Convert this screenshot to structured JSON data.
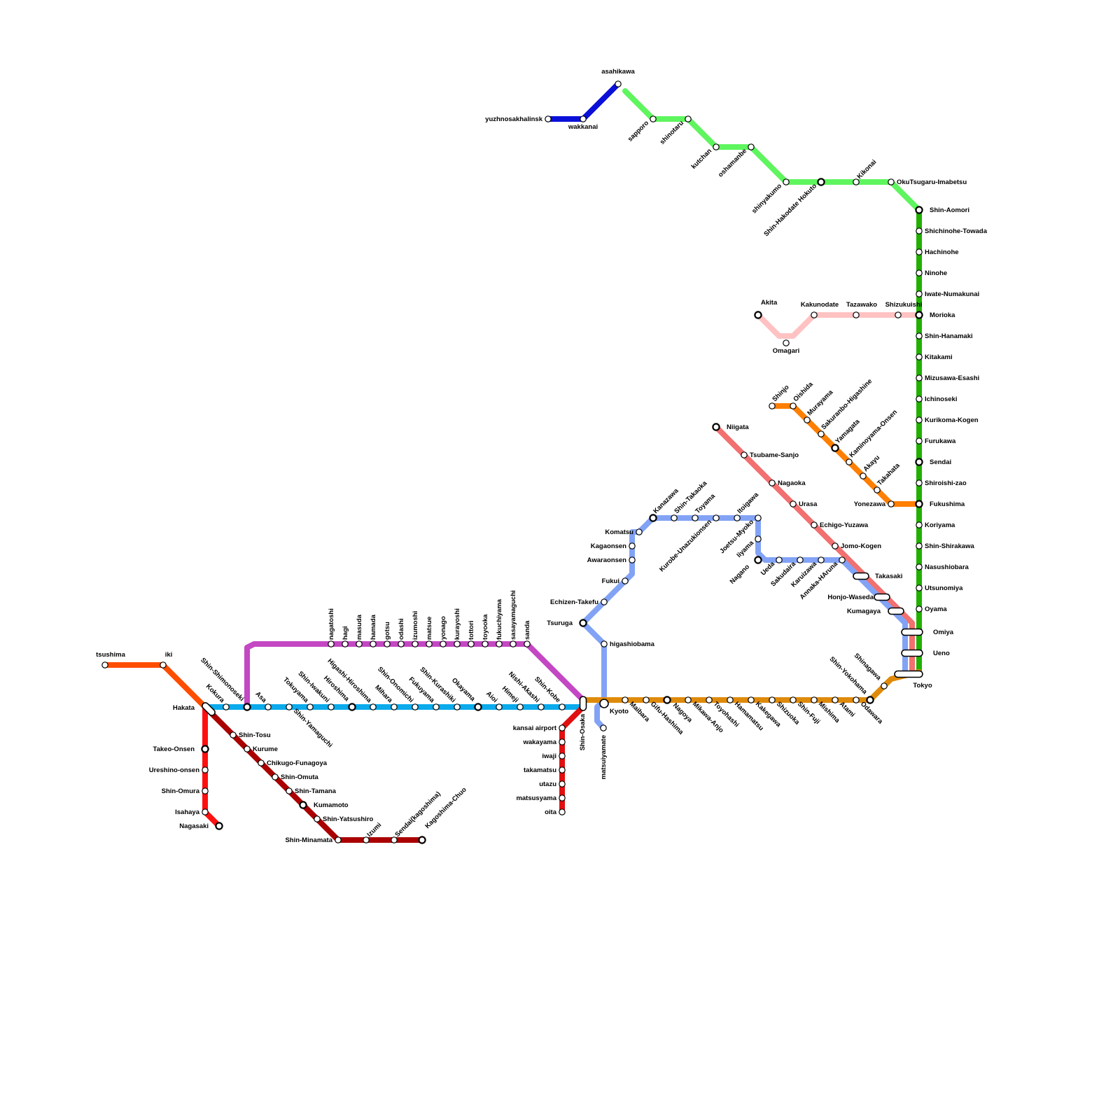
{
  "lines": [
    {
      "id": "wakkanai",
      "color": "#0a10d8"
    },
    {
      "id": "hokkaido",
      "color": "#5ef55e"
    },
    {
      "id": "tohoku",
      "color": "#22b000"
    },
    {
      "id": "akita",
      "color": "#ffc2c2"
    },
    {
      "id": "yamagata",
      "color": "#ff7f00"
    },
    {
      "id": "joetsu",
      "color": "#f27070"
    },
    {
      "id": "hokuriku",
      "color": "#82a3f5"
    },
    {
      "id": "tokaido",
      "color": "#df8a0a"
    },
    {
      "id": "sanyo",
      "color": "#0aaaec"
    },
    {
      "id": "sanin",
      "color": "#c447c4"
    },
    {
      "id": "kyushu",
      "color": "#aa0000"
    },
    {
      "id": "nishikyushu",
      "color": "#ff1010"
    },
    {
      "id": "shikoku",
      "color": "#e01010"
    },
    {
      "id": "tsushima",
      "color": "#ff4d00"
    }
  ],
  "stations": {
    "yuzhnosakhalinsk": "yuzhnosakhalinsk",
    "wakkanai": "wakkanai",
    "asahikawa": "asahikawa",
    "sapporo": "sapporo",
    "shinotaru": "shinotaru",
    "kutchan": "kutchan",
    "oshamanbe": "oshamanbe",
    "shinyakumo": "shinyakumo",
    "shinhakodate": "Shin-Hakodate Hokuto",
    "kikonai": "Kikonai",
    "okutsugaru": "OkuTsugaru-Imabetsu",
    "shinaomori": "Shin-Aomori",
    "shichinohe": "Shichinohe-Towada",
    "hachinohe": "Hachinohe",
    "ninohe": "Ninohe",
    "iwate": "Iwate-Numakunai",
    "morioka": "Morioka",
    "shinhanamaki": "Shin-Hanamaki",
    "kitakami": "Kitakami",
    "mizusawa": "Mizusawa-Esashi",
    "ichinoseki": "Ichinoseki",
    "kurikoma": "Kurikoma-Kogen",
    "furukawa": "Furukawa",
    "sendai": "Sendai",
    "shiroishi": "Shiroishi-zao",
    "fukushima": "Fukushima",
    "koriyama": "Koriyama",
    "shinshirakawa": "Shin-Shirakawa",
    "nasushiobara": "Nasushiobara",
    "utsunomiya": "Utsunomiya",
    "oyama": "Oyama",
    "omiya": "Omiya",
    "ueno": "Ueno",
    "tokyo": "Tokyo",
    "akita": "Akita",
    "omagari": "Omagari",
    "kakunodate": "Kakunodate",
    "tazawako": "Tazawako",
    "shizukuishi": "Shizukuishi",
    "shinjo": "Shinjo",
    "oishida": "Oishida",
    "murayama": "Murayama",
    "sakuranbo": "Sakuranbo-Higashine",
    "yamagata": "Yamagata",
    "kaminoyama": "Kaminoyama-Onsen",
    "akayu": "Akayu",
    "takahata": "Takahata",
    "yonezawa": "Yonezawa",
    "niigata": "Niigata",
    "tsubame": "Tsubame-Sanjo",
    "nagaoka": "Nagaoka",
    "urasa": "Urasa",
    "echigo": "Echigo-Yuzawa",
    "jomo": "Jomo-Kogen",
    "takasaki": "Takasaki",
    "honjo": "Honjo-Waseda",
    "kumagaya": "Kumagaya",
    "kanazawa": "Kanazawa",
    "shintakaoka": "Shin-Takaoka",
    "toyama": "Toyama",
    "kurobe": "Kurobe-Unazukionsen",
    "itoigawa": "Itoigawa",
    "joetsumyoko": "Joetsu-Myoko",
    "iiyama": "Iiyama",
    "nagano": "Nagano",
    "ueda": "Ueda",
    "sakudaira": "Sakudaira",
    "karuizawa": "Karuizawa",
    "annaka": "Annaka-HAruna",
    "komatsu": "Komatsu",
    "kagaonsen": "Kagaonsen",
    "awaraonsen": "Awaraonsen",
    "fukui": "Fukui",
    "echizen": "Echizen-Takefu",
    "tsuruga": "Tsuruga",
    "higashiobama": "higashiobama",
    "kyoto": "Kyoto",
    "matsuiyamate": "matsuiyamate",
    "shinosaka": "Shin-Osaka",
    "maibara": "Maibara",
    "gifu": "Gifu-Hashima",
    "nagoya": "Nagoya",
    "mikawa": "Mikawa-Anjo",
    "toyohashi": "Toyohashi",
    "hamamatsu": "Hamamatsu",
    "kakegawa": "Kakegawa",
    "shizuoka": "Shizuoka",
    "shinfuji": "Shin-Fuji",
    "mishima": "Mishima",
    "atami": "Atami",
    "odawara": "Odawara",
    "shinyokohama": "Shin-Yokohama",
    "shinagawa": "Shinagawa",
    "shinkobe": "Shin-Kobe",
    "nishiakashi": "Nishi-Akashi",
    "himeji": "Himeji",
    "aioi": "Aioi",
    "okayama": "Okayama",
    "shinkurashiki": "Shin-Kurashiki",
    "fukuyama": "Fukuyama",
    "shinonomichi": "Shin-Onomichi",
    "mihara": "Mihara",
    "higashihiroshima": "Higashi-Hiroshima",
    "hiroshima": "Hiroshima",
    "shiniwakuni": "Shin-Iwakuni",
    "tokuyama": "Tokuyama",
    "shinyamaguchi": "Shin-Yamaguchi",
    "asa": "Asa",
    "shinshimonoseki": "Shin-Shimonoseki",
    "kokura": "Kokura",
    "hakata": "Hakata",
    "nagatoshi": "nagatoshi",
    "hagi": "hagi",
    "masuda": "masuda",
    "hamada": "hamada",
    "gotsu": "gotsu",
    "odashi": "odashi",
    "izumoshi": "izumoshi",
    "matsue": "matsue",
    "yonago": "yonago",
    "kurayoshi": "kurayoshi",
    "tottori": "tottori",
    "toyooka": "toyooka",
    "fukuchiyama": "fukuchiyama",
    "sasayamaguchi": "sasayamaguchi",
    "sanda": "sanda",
    "shintosu": "Shin-Tosu",
    "kurume": "Kurume",
    "chikugo": "Chikugo-Funagoya",
    "shinomuta": "Shin-Omuta",
    "shintamana": "Shin-Tamana",
    "kumamoto": "Kumamoto",
    "shinyatsushiro": "Shin-Yatsushiro",
    "shinminamata": "Shin-Minamata",
    "izumi": "Izumi",
    "sendaik": "Sendai(kagoshima)",
    "kagoshima": "Kagoshima-Chuo",
    "takeo": "Takeo-Onsen",
    "ureshino": "Ureshino-onsen",
    "shinomura": "Shin-Omura",
    "isahaya": "Isahaya",
    "nagasaki": "Nagasaki",
    "kansai": "kansai airport",
    "wakayama": "wakayama",
    "iwaji": "iwaji",
    "takamatsu": "takamatsu",
    "utazu": "utazu",
    "matsusyama": "matsusyama",
    "oita": "oita",
    "tsushima": "tsushima",
    "iki": "iki"
  }
}
